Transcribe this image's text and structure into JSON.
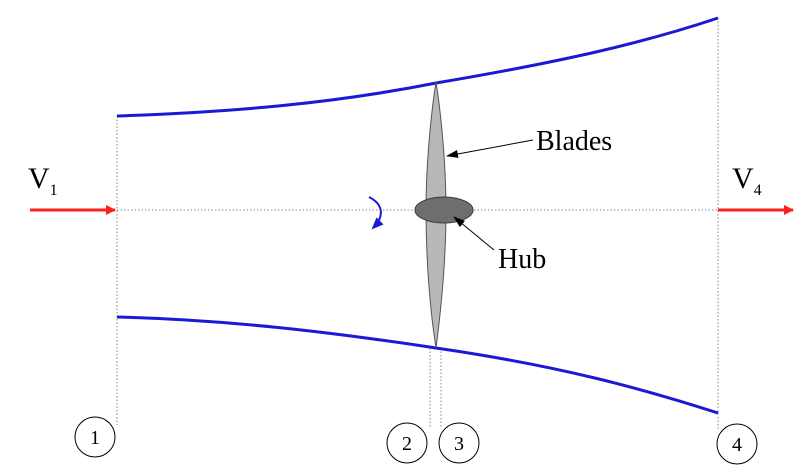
{
  "labels": {
    "v1_main": "V",
    "v1_sub": "1",
    "v4_main": "V",
    "v4_sub": "4",
    "blades": "Blades",
    "hub": "Hub"
  },
  "stations": [
    "1",
    "2",
    "3",
    "4"
  ],
  "colors": {
    "streamtube": "#1a1ad6",
    "arrow": "#ff2020",
    "blade_fill": "#b8b8b8",
    "hub_fill": "#6e6e6e",
    "guide": "#888888"
  }
}
